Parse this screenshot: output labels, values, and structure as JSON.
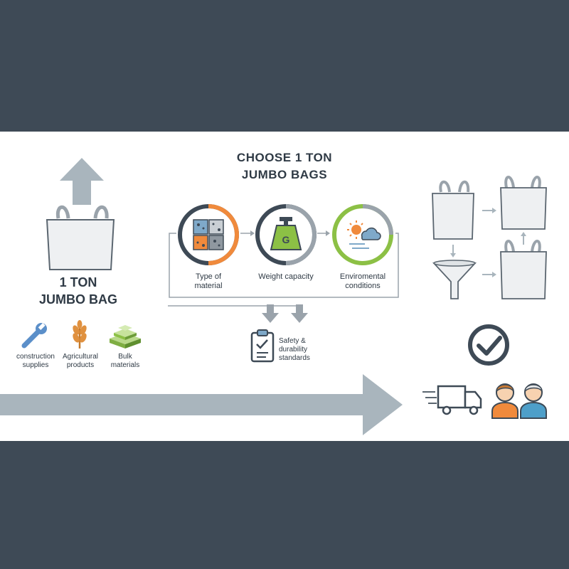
{
  "diagram": {
    "title_line1": "CHOOSE 1 TON",
    "title_line2": "JUMBO BAGS",
    "bag_label_line1": "1 TON",
    "bag_label_line2": "JUMBO BAG",
    "uses": [
      {
        "line1": "construction",
        "line2": "supplies",
        "icon": "wrench-icon"
      },
      {
        "line1": "Agricultural",
        "line2": "products",
        "icon": "wheat-icon"
      },
      {
        "line1": "Bulk",
        "line2": "materials",
        "icon": "bricks-icon"
      }
    ],
    "criteria": [
      {
        "line1": "Type of",
        "line2": "material",
        "icon": "material-grid-icon",
        "ring_color": "#f08a3c"
      },
      {
        "line1": "Weight capacity",
        "line2": "",
        "icon": "weight-icon",
        "ring_color": "#9aa3ab"
      },
      {
        "line1": "Enviromental",
        "line2": "conditions",
        "icon": "weather-icon",
        "ring_color": "#8cc045"
      }
    ],
    "weight_letter": "G",
    "safety_line1": "Safety &",
    "safety_line2": "durability",
    "safety_line3": "standards",
    "colors": {
      "dark": "#3e4a56",
      "orange": "#f08a3c",
      "green": "#8cc045",
      "gray_arrow": "#a9b5bd"
    }
  }
}
